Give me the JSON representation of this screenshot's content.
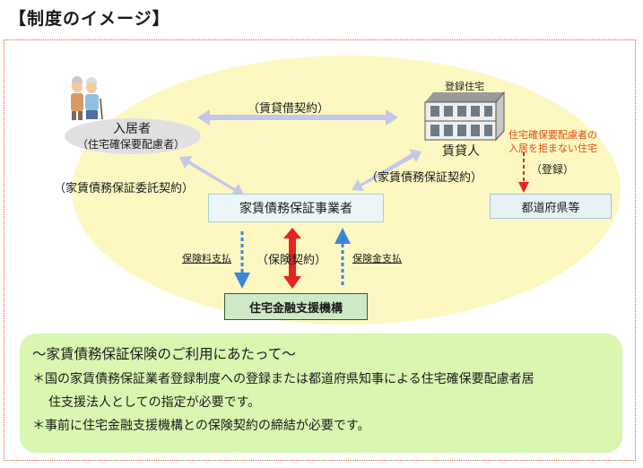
{
  "heading": "【制度のイメージ】",
  "nodes": {
    "tenant": "入居者",
    "tenant_sub": "（住宅確保要配慮者）",
    "housing_label": "登録住宅",
    "landlord": "賃貸人",
    "guarantor": "家賃債務保証事業者",
    "jhf": "住宅金融支援機構",
    "prefecture": "都道府県等"
  },
  "labels": {
    "lease": "（賃貸借契約）",
    "entrust": "（家賃債務保証委託契約）",
    "guarantee": "（家賃債務保証契約）",
    "insurance": "（保険契約）",
    "premium_payment": "保険料支払",
    "claim_payment": "保険金支払",
    "housing_note_1": "住宅確保要配慮者の",
    "housing_note_2": "入居を拒まない住宅",
    "registration": "（登録）"
  },
  "notes": {
    "title": "～家賃債務保証保険のご利用にあたって～",
    "item1_line1": "＊国の家賃債務保証業者登録制度への登録または都道府県知事による住宅確保要配慮者居",
    "item1_line2": "住支援法人としての指定が必要です。",
    "item2": "＊事前に住宅金融支援機構との保険契約の締結が必要です。"
  },
  "colors": {
    "frame": "#e05a2a",
    "ellipse": "#fdf8c2",
    "double_arrow": "#c3c7ec",
    "insurance_arrow": "#e52323",
    "payment_arrow": "#3f85d6",
    "registration_arrow": "#e52323",
    "housing_note": "#e24a12",
    "note_bg": "#d9f7b0"
  }
}
